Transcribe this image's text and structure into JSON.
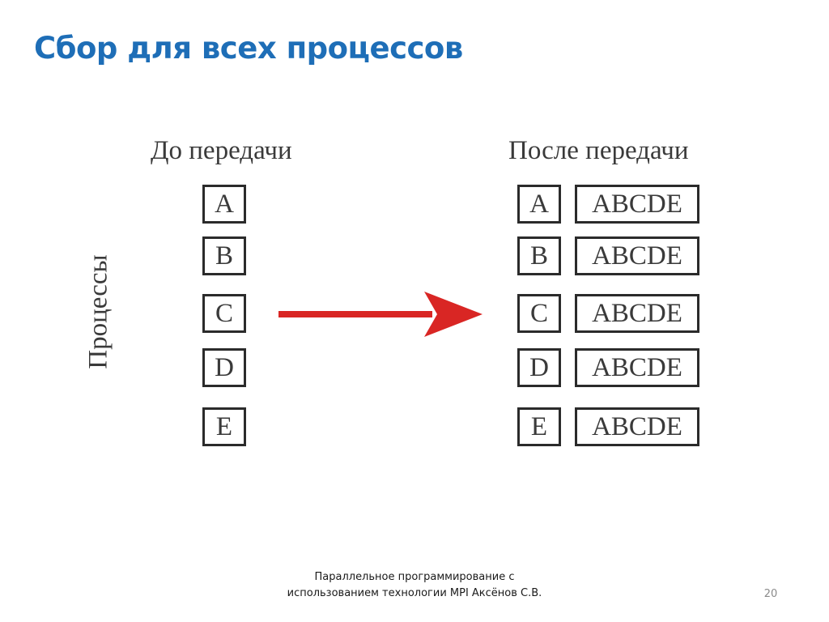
{
  "title": "Сбор для всех процессов",
  "diagram": {
    "before_heading": "До передачи",
    "after_heading": "После передачи",
    "axis_label": "Процессы",
    "before": [
      "A",
      "B",
      "C",
      "D",
      "E"
    ],
    "after": [
      {
        "own": "A",
        "gathered": "ABCDE"
      },
      {
        "own": "B",
        "gathered": "ABCDE"
      },
      {
        "own": "C",
        "gathered": "ABCDE"
      },
      {
        "own": "D",
        "gathered": "ABCDE"
      },
      {
        "own": "E",
        "gathered": "ABCDE"
      }
    ],
    "arrow_color": "#d92624",
    "box_border_color": "#2b2b2b"
  },
  "colors": {
    "title": "#1e6eb7"
  },
  "footer": {
    "text": "Параллельное программирование с использованием технологии MPI Аксёнов С.В.",
    "page_number": "20"
  }
}
